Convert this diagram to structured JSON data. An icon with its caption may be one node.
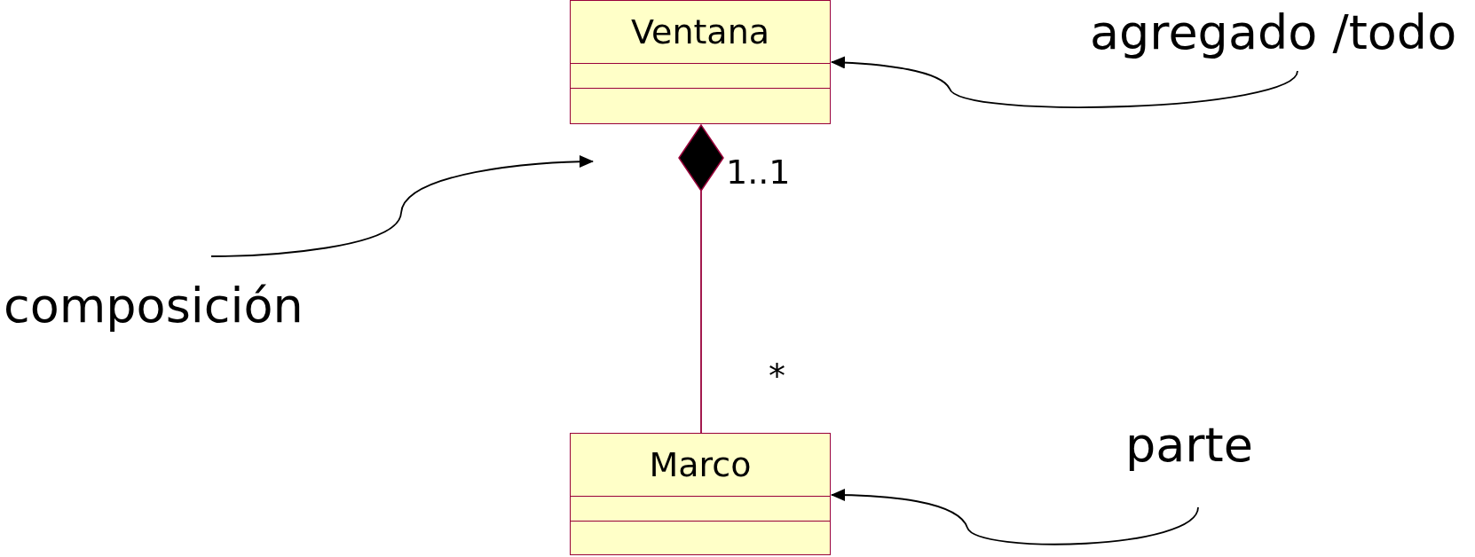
{
  "diagram": {
    "nodes": [
      {
        "text": [
          "Ventana"
        ]
      },
      {
        "text": [
          "Marco"
        ]
      },
      {
        "text": [
          "agregado /todo"
        ]
      },
      {
        "text": [
          "parte"
        ]
      },
      {
        "text": [
          "composición"
        ]
      }
    ],
    "edges": [
      {
        "from": 0,
        "to": 1,
        "arrow": "other",
        "color": "#99003a"
      },
      {
        "from": 2,
        "to": 0,
        "arrow": "to"
      },
      {
        "from": 3,
        "to": 1,
        "arrow": "to"
      },
      {
        "from": 4,
        "to": null,
        "arrow": "to"
      }
    ],
    "labels": [
      "1..1",
      "*"
    ]
  }
}
